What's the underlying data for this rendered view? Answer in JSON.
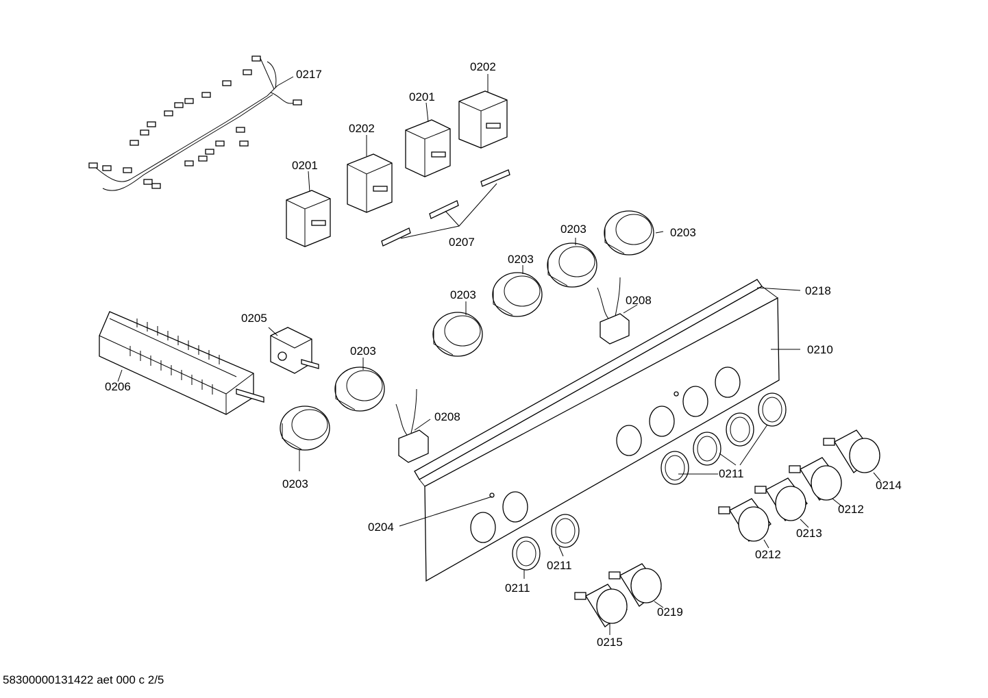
{
  "labels": {
    "l0217": "0217",
    "l0202a": "0202",
    "l0201a": "0201",
    "l0202b": "0202",
    "l0201b": "0201",
    "l0207": "0207",
    "l0203a": "0203",
    "l0203b": "0203",
    "l0203c": "0203",
    "l0203d": "0203",
    "l0203e": "0203",
    "l0203f": "0203",
    "l0218": "0218",
    "l0208a": "0208",
    "l0208b": "0208",
    "l0210": "0210",
    "l0205": "0205",
    "l0206": "0206",
    "l0211a": "0211",
    "l0211b": "0211",
    "l0211c": "0211",
    "l0214": "0214",
    "l0212a": "0212",
    "l0212b": "0212",
    "l0213": "0213",
    "l0204": "0204",
    "l0219": "0219",
    "l0215": "0215"
  },
  "footer": "58300000131422 aet 000 c 2/5"
}
